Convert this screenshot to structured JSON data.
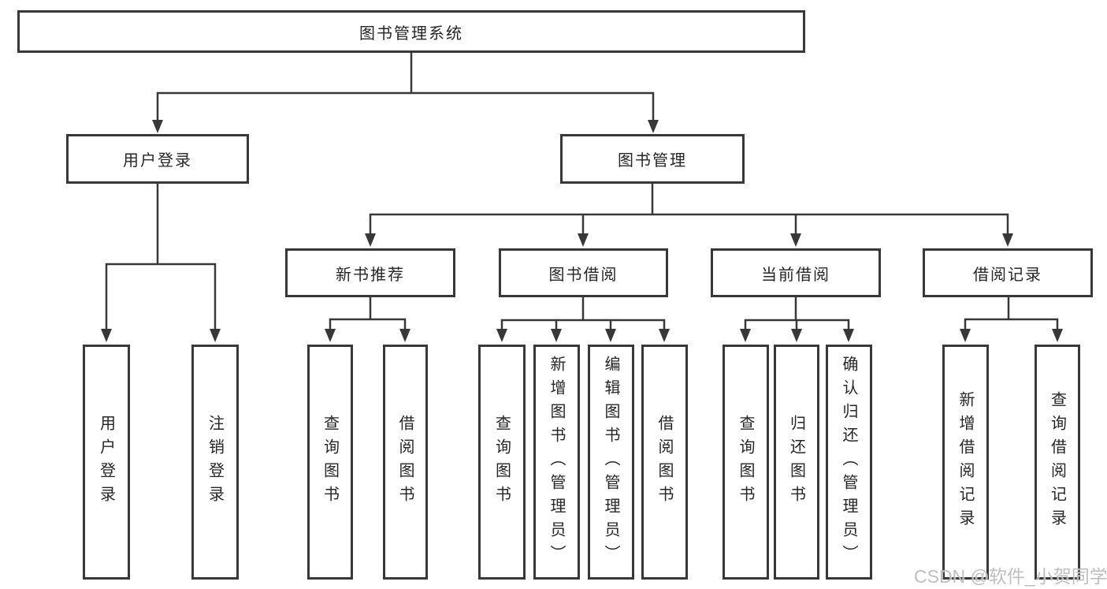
{
  "diagram": {
    "root": {
      "label": "图书管理系统"
    },
    "level2": [
      {
        "label": "用户登录"
      },
      {
        "label": "图书管理"
      }
    ],
    "level3": [
      {
        "label": "新书推荐"
      },
      {
        "label": "图书借阅"
      },
      {
        "label": "当前借阅"
      },
      {
        "label": "借阅记录"
      }
    ],
    "leaves": {
      "user_login": [
        "用户登录",
        "注销登录"
      ],
      "new_book": [
        "查询图书",
        "借阅图书"
      ],
      "book_borrow": [
        "查询图书",
        "新增图书（管理员）",
        "编辑图书（管理员）",
        "借阅图书"
      ],
      "current_borrow": [
        "查询图书",
        "归还图书",
        "确认归还（管理员）"
      ],
      "borrow_record": [
        "新增借阅记录",
        "查询借阅记录"
      ]
    },
    "colors": {
      "line": "#383838",
      "text": "#262626",
      "background": "#ffffff",
      "watermark": "#b8b8b8"
    },
    "watermark": "CSDN @软件_小贺同学"
  }
}
